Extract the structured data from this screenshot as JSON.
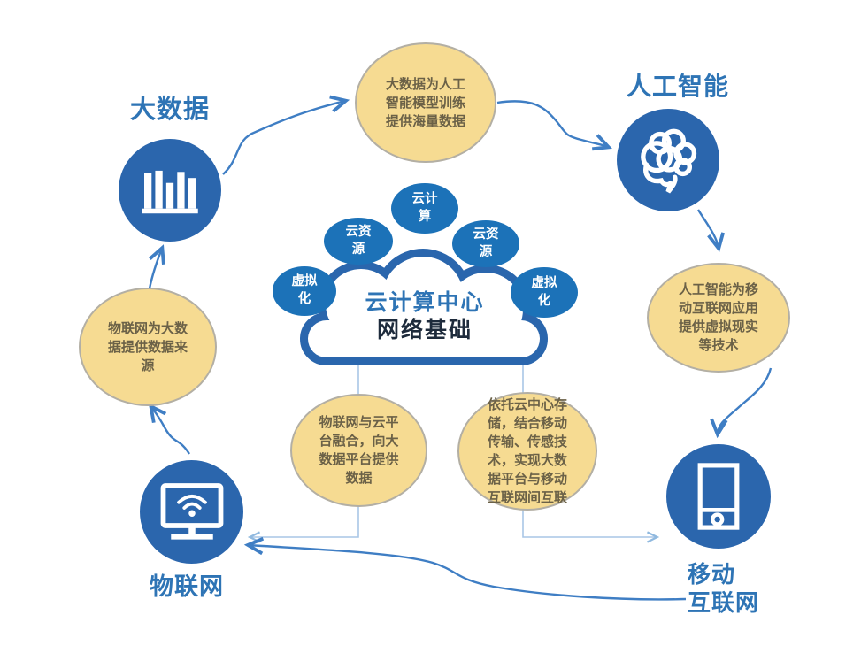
{
  "diagram": {
    "type": "concept-diagram",
    "center_theme": "云计算中心 网络基础"
  },
  "nodes": {
    "big_data": {
      "label": "大数据",
      "icon": "bar-chart-icon"
    },
    "ai": {
      "label": "人工智能",
      "icon": "brain-icon"
    },
    "iot": {
      "label": "物联网",
      "icon": "monitor-wifi-icon"
    },
    "mobile": {
      "label_line1": "移动",
      "label_line2": "互联网",
      "icon": "smartphone-icon"
    }
  },
  "cloud": {
    "title": "云计算中心",
    "subtitle": "网络基础",
    "bubbles": [
      {
        "id": "cloud-computing",
        "label": "云计算"
      },
      {
        "id": "cloud-resource-left",
        "label": "云资源"
      },
      {
        "id": "cloud-resource-right",
        "label": "云资源"
      },
      {
        "id": "virtualization-left",
        "label": "虚拟化"
      },
      {
        "id": "virtualization-right",
        "label": "虚拟化"
      }
    ]
  },
  "annotations": {
    "top": "大数据为人工智能模型训练提供海量数据",
    "right": "人工智能为移动互联网应用提供虚拟现实等技术",
    "bottom_right": "依托云中心存储，结合移动传输、传感技术，实现大数据平台与移动互联网间互联",
    "bottom_left": "物联网与云平台融合，向大数据平台提供数据",
    "left": "物联网为大数据提供数据来源"
  },
  "connections": [
    {
      "from": "物联网",
      "to": "物联网为大数据提供数据来源"
    },
    {
      "from": "物联网为大数据提供数据来源",
      "to": "大数据"
    },
    {
      "from": "大数据",
      "to": "大数据为人工智能模型训练提供海量数据"
    },
    {
      "from": "大数据为人工智能模型训练提供海量数据",
      "to": "人工智能"
    },
    {
      "from": "人工智能",
      "to": "人工智能为移动互联网应用提供虚拟现实等技术"
    },
    {
      "from": "人工智能为移动互联网应用提供虚拟现实等技术",
      "to": "移动互联网"
    },
    {
      "from": "云计算中心",
      "via": "物联网与云平台融合，向大数据平台提供数据",
      "to": "物联网"
    },
    {
      "from": "云计算中心",
      "via": "依托云中心存储，结合移动传输、传感技术，实现大数据平台与移动互联网间互联",
      "to": "移动互联网"
    },
    {
      "from": "移动互联网",
      "to": "物联网"
    }
  ],
  "colors": {
    "node_blue": "#2B66AD",
    "bubble_blue": "#1C72B8",
    "label_blue": "#2E74B5",
    "cloud_outline": "#2A66AD",
    "cloud_subtitle_dark": "#1E2B3C",
    "annotation_fill": "#F6DB92",
    "annotation_border": "#B3AFA4",
    "annotation_text": "#6B6147",
    "arrow_blue": "#3F7EC4",
    "connector_light": "#A9C6E6",
    "background": "#FFFFFF"
  }
}
